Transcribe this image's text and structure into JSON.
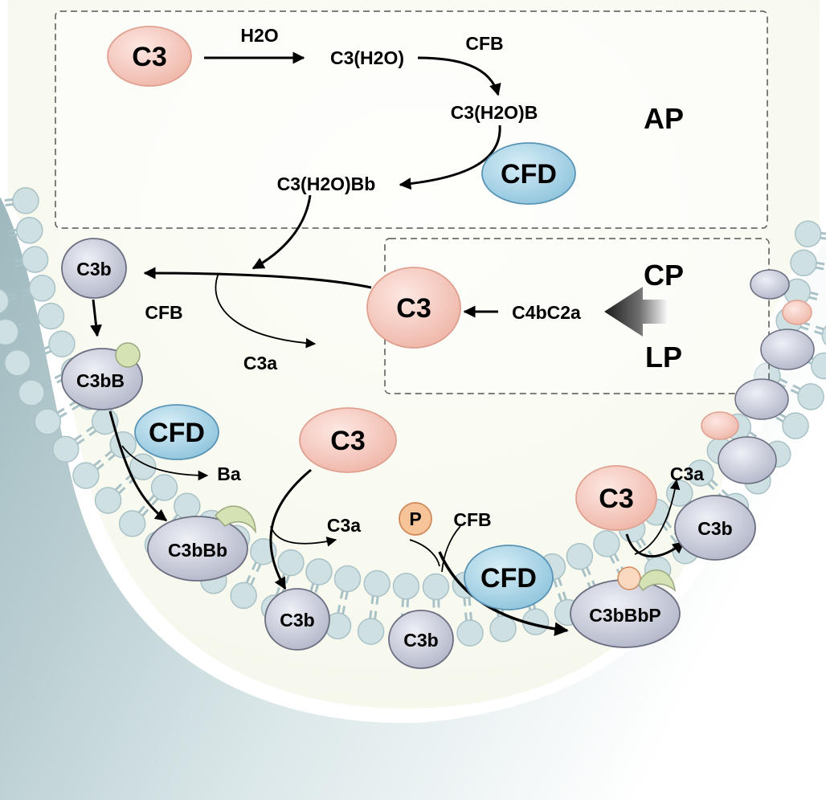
{
  "labels": {
    "h2o": "H2O",
    "c3_h2o": "C3(H2O)",
    "cfb_top": "CFB",
    "c3_h2o_b": "C3(H2O)B",
    "c3_h2o_bb": "C3(H2O)Bb",
    "ap": "AP",
    "cp": "CP",
    "lp": "LP",
    "c4bc2a": "C4bC2a",
    "cfb_left": "CFB",
    "c3a_left": "C3a",
    "ba": "Ba",
    "c3a_mid": "C3a",
    "cfb_right": "CFB",
    "c3a_right": "C3a"
  },
  "molecules": {
    "c3_top": "C3",
    "cfd_top": "CFD",
    "c3b_left": "C3b",
    "c3_cp": "C3",
    "c3bb": "C3bB",
    "cfd_left": "CFD",
    "c3bbb": "C3bBb",
    "c3_mid": "C3",
    "c3b_mid": "C3b",
    "p": "P",
    "cfd_right": "CFD",
    "c3b_center": "C3b",
    "c3_right": "C3",
    "c3b_right": "C3b",
    "c3bbbp": "C3bBbP"
  },
  "colors": {
    "c3_fill": "#f7d0c8",
    "c3_stroke": "#e0a090",
    "c3b_fill": "#cdd0de",
    "c3b_stroke": "#6a6e80",
    "cfd_fill": "#a9d6e8",
    "cfd_stroke": "#5a95b5",
    "bb_fill": "#d4e2b4",
    "p_fill": "#f7c49a",
    "lipid": "#cfe0e3",
    "lipid_stroke": "#a9c2c7",
    "background_shade": "#b5ccd0"
  }
}
